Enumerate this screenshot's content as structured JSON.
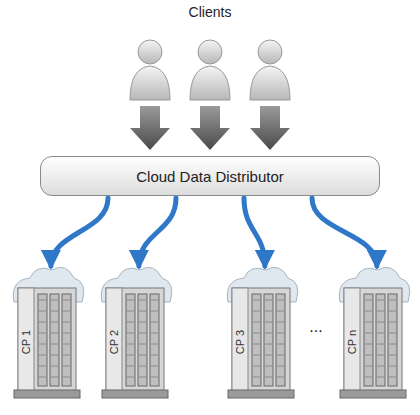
{
  "diagram": {
    "nodes": [
      {
        "text": [
          "Cloud Data Distributor"
        ]
      },
      {
        "text": [
          "CP 1"
        ]
      },
      {
        "text": [
          "CP 2"
        ]
      },
      {
        "text": [
          "CP 3"
        ]
      },
      {
        "text": [
          "CP n"
        ]
      }
    ],
    "edges": [
      {
        "from": 0,
        "to": 1,
        "arrow": "to"
      },
      {
        "from": 0,
        "to": 2,
        "arrow": "to"
      },
      {
        "from": 0,
        "to": 3,
        "arrow": "to"
      },
      {
        "from": 0,
        "to": 4,
        "arrow": "to"
      }
    ],
    "labels": [
      "Clients",
      "..."
    ]
  }
}
